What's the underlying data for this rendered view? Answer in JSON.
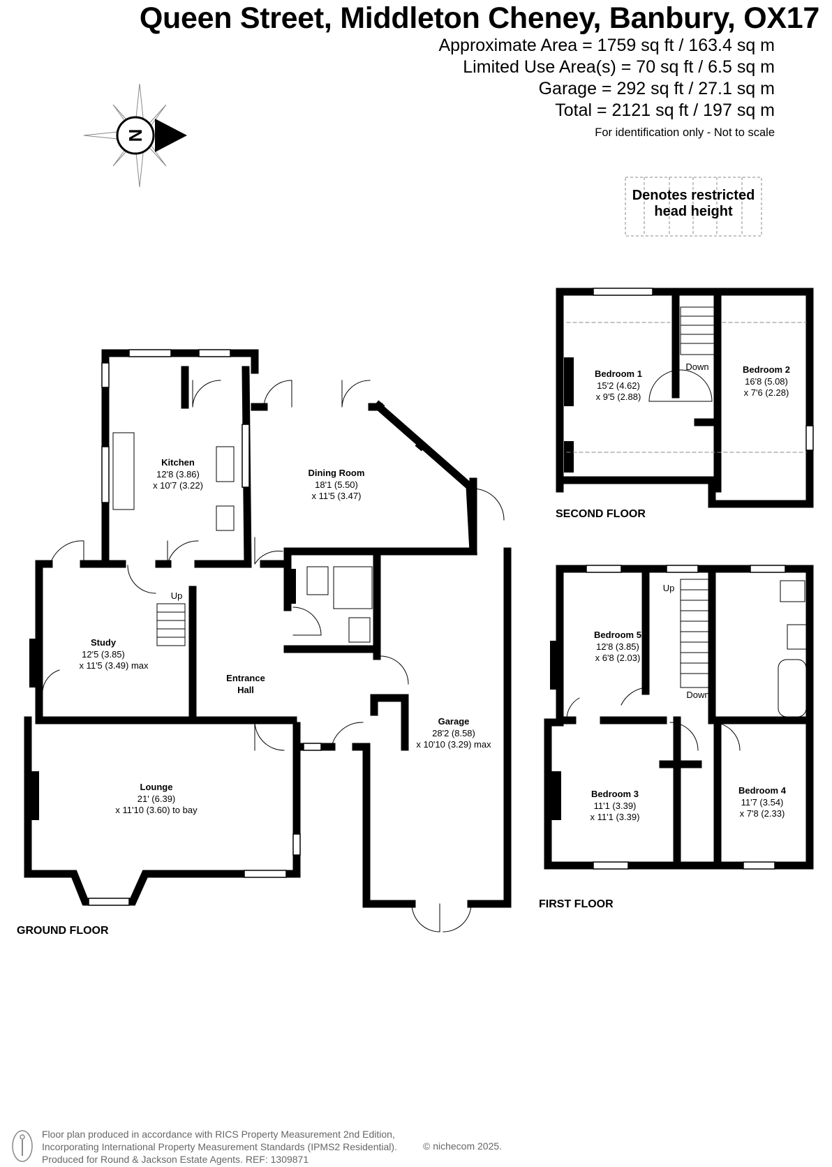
{
  "header": {
    "title": "Queen Street, Middleton Cheney, Banbury, OX17",
    "areas": [
      "Approximate Area = 1759 sq ft / 163.4 sq m",
      "Limited Use Area(s) = 70 sq ft / 6.5 sq m",
      "Garage = 292 sq ft / 27.1 sq m",
      "Total = 2121 sq ft / 197 sq m"
    ],
    "disclaimer": "For identification only - Not to scale"
  },
  "compass": {
    "letter": "N"
  },
  "legend": {
    "line1": "Denotes restricted",
    "line2": "head height"
  },
  "floors": {
    "ground": "GROUND FLOOR",
    "first": "FIRST FLOOR",
    "second": "SECOND FLOOR"
  },
  "rooms": {
    "kitchen": {
      "name": "Kitchen",
      "dim1": "12'8 (3.86)",
      "dim2": "x 10'7 (3.22)"
    },
    "dining": {
      "name": "Dining Room",
      "dim1": "18'1 (5.50)",
      "dim2": "x 11'5 (3.47)"
    },
    "study": {
      "name": "Study",
      "dim1": "12'5 (3.85)",
      "dim2": "x 11'5 (3.49) max"
    },
    "hall": {
      "name1": "Entrance",
      "name2": "Hall"
    },
    "lounge": {
      "name": "Lounge",
      "dim1": "21' (6.39)",
      "dim2": "x 11'10 (3.60) to bay"
    },
    "garage": {
      "name": "Garage",
      "dim1": "28'2 (8.58)",
      "dim2": "x 10'10 (3.29) max"
    },
    "bed1": {
      "name": "Bedroom 1",
      "dim1": "15'2 (4.62)",
      "dim2": "x 9'5 (2.88)"
    },
    "bed2": {
      "name": "Bedroom 2",
      "dim1": "16'8 (5.08)",
      "dim2": "x 7'6 (2.28)"
    },
    "bed3": {
      "name": "Bedroom 3",
      "dim1": "11'1 (3.39)",
      "dim2": "x 11'1 (3.39)"
    },
    "bed4": {
      "name": "Bedroom 4",
      "dim1": "11'7 (3.54)",
      "dim2": "x 7'8 (2.33)"
    },
    "bed5": {
      "name": "Bedroom 5",
      "dim1": "12'8 (3.85)",
      "dim2": "x 6'8 (2.03)"
    }
  },
  "stairs": {
    "ground_up": "Up",
    "first_up": "Up",
    "first_down": "Down",
    "second_down": "Down"
  },
  "footer": {
    "line1": "Floor plan produced in accordance with RICS Property Measurement 2nd Edition,",
    "line2": "Incorporating International Property Measurement Standards (IPMS2 Residential).",
    "line3": "Produced for Round & Jackson Estate Agents.   REF:  1309871",
    "copyright": "© nichecom 2025."
  }
}
